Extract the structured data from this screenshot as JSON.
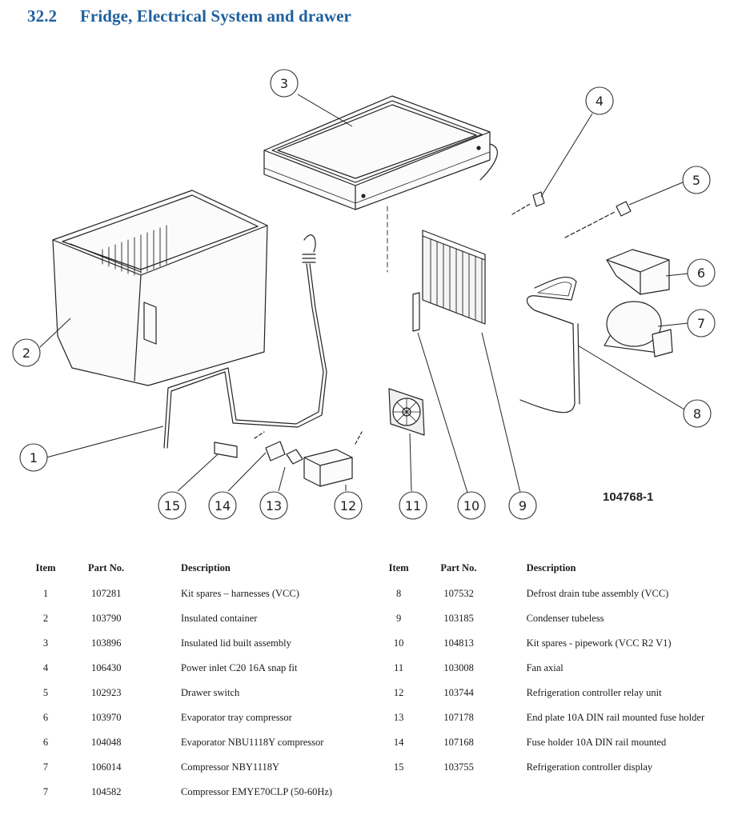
{
  "header": {
    "section_number": "32.2",
    "title": "Fridge, Electrical System and drawer"
  },
  "diagram": {
    "drawing_number": "104768-1",
    "callouts": [
      "1",
      "2",
      "3",
      "4",
      "5",
      "6",
      "7",
      "8",
      "9",
      "10",
      "11",
      "12",
      "13",
      "14",
      "15"
    ]
  },
  "table": {
    "headers": {
      "item": "Item",
      "part_no": "Part No.",
      "description": "Description"
    },
    "left_rows": [
      {
        "item": "1",
        "part_no": "107281",
        "description": "Kit spares – harnesses (VCC)"
      },
      {
        "item": "2",
        "part_no": "103790",
        "description": "Insulated container"
      },
      {
        "item": "3",
        "part_no": "103896",
        "description": "Insulated lid built assembly"
      },
      {
        "item": "4",
        "part_no": "106430",
        "description": "Power inlet C20 16A snap fit"
      },
      {
        "item": "5",
        "part_no": "102923",
        "description": "Drawer switch"
      },
      {
        "item": "6",
        "part_no": "103970",
        "description": "Evaporator tray compressor"
      },
      {
        "item": "6",
        "part_no": "104048",
        "description": "Evaporator NBU1118Y compressor"
      },
      {
        "item": "7",
        "part_no": "106014",
        "description": "Compressor NBY1118Y"
      },
      {
        "item": "7",
        "part_no": "104582",
        "description": "Compressor EMYE70CLP (50-60Hz)"
      }
    ],
    "right_rows": [
      {
        "item": "8",
        "part_no": "107532",
        "description": "Defrost drain tube assembly (VCC)"
      },
      {
        "item": "9",
        "part_no": "103185",
        "description": "Condenser tubeless"
      },
      {
        "item": "10",
        "part_no": "104813",
        "description": "Kit spares - pipework (VCC R2 V1)"
      },
      {
        "item": "11",
        "part_no": "103008",
        "description": "Fan axial"
      },
      {
        "item": "12",
        "part_no": "103744",
        "description": "Refrigeration controller relay unit"
      },
      {
        "item": "13",
        "part_no": "107178",
        "description": "End plate 10A DIN rail mounted fuse holder"
      },
      {
        "item": "14",
        "part_no": "107168",
        "description": "Fuse holder 10A DIN rail mounted"
      },
      {
        "item": "15",
        "part_no": "103755",
        "description": "Refrigeration controller display"
      }
    ]
  }
}
